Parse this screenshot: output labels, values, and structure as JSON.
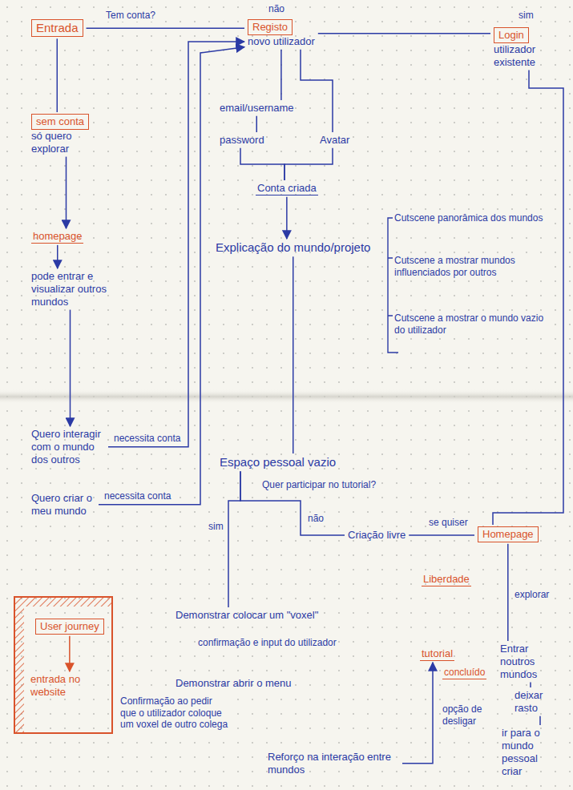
{
  "diagram": {
    "nodes": [
      {
        "text": [
          "Entrada"
        ]
      },
      {
        "text": [
          "Registo",
          "novo utilizador"
        ]
      },
      {
        "text": [
          "Login",
          "utilizador existente"
        ]
      },
      {
        "text": [
          "sem conta",
          "só quero explorar"
        ]
      },
      {
        "text": [
          "homepage"
        ]
      },
      {
        "text": [
          "pode entrar e visualizar outros mundos"
        ]
      },
      {
        "text": [
          "Quero interagir com o mundo dos outros"
        ]
      },
      {
        "text": [
          "Quero criar o meu mundo"
        ]
      },
      {
        "text": [
          "email/username"
        ]
      },
      {
        "text": [
          "password"
        ]
      },
      {
        "text": [
          "Avatar"
        ]
      },
      {
        "text": [
          "Conta criada"
        ]
      },
      {
        "text": [
          "Explicação do mundo/projeto"
        ]
      },
      {
        "text": [
          "Espaço pessoal vazio"
        ]
      },
      {
        "text": [
          "Criação livre"
        ]
      },
      {
        "text": [
          "Homepage"
        ]
      },
      {
        "text": [
          "Liberdade"
        ]
      },
      {
        "text": [
          "tutorial"
        ]
      },
      {
        "text": [
          "Demonstrar colocar um \"voxel\""
        ]
      },
      {
        "text": [
          "Demonstrar abrir o menu"
        ]
      },
      {
        "text": [
          "Reforço na interação entre mundos"
        ]
      },
      {
        "text": [
          "Entrar noutros mundos"
        ]
      },
      {
        "text": [
          "deixar rasto"
        ]
      },
      {
        "text": [
          "ir para o mundo pessoal",
          "criar"
        ]
      },
      {
        "text": [
          "User journey"
        ]
      },
      {
        "text": [
          "entrada no website"
        ]
      }
    ],
    "edges": [
      {
        "from": 0,
        "to": 1,
        "label": "Tem conta?",
        "arrow": "none"
      },
      {
        "from": 1,
        "to": 2,
        "arrow": "none"
      },
      {
        "from": 0,
        "to": 3,
        "arrow": "none"
      },
      {
        "from": 3,
        "to": 4,
        "arrow": "to"
      },
      {
        "from": 4,
        "to": 5,
        "arrow": "to"
      },
      {
        "from": 5,
        "to": 6,
        "arrow": "to"
      },
      {
        "from": 6,
        "to": 1,
        "label": "necessita conta",
        "arrow": "to"
      },
      {
        "from": 7,
        "to": 1,
        "label": "necessita conta",
        "arrow": "to"
      },
      {
        "from": 1,
        "to": 8,
        "arrow": "none"
      },
      {
        "from": 1,
        "to": 10,
        "arrow": "none"
      },
      {
        "from": 8,
        "to": 9,
        "arrow": "none"
      },
      {
        "from": 9,
        "to": 11,
        "arrow": "none"
      },
      {
        "from": 10,
        "to": 11,
        "arrow": "none"
      },
      {
        "from": 11,
        "to": 12,
        "arrow": "to"
      },
      {
        "from": 12,
        "to": 13,
        "arrow": "none"
      },
      {
        "from": 13,
        "to": 18,
        "label": "sim",
        "arrow": "none"
      },
      {
        "from": 13,
        "to": 14,
        "label": "não",
        "arrow": "none"
      },
      {
        "from": 14,
        "to": 15,
        "label": "se quiser",
        "arrow": "none"
      },
      {
        "from": 2,
        "to": 15,
        "arrow": "none"
      },
      {
        "from": 15,
        "to": 21,
        "label": "explorar",
        "arrow": "none"
      },
      {
        "from": 21,
        "to": 22,
        "arrow": "none"
      },
      {
        "from": 22,
        "to": 23,
        "arrow": "none"
      },
      {
        "from": 20,
        "to": 17,
        "label": "opção de desligar",
        "arrow": "to"
      },
      {
        "from": 24,
        "to": 25,
        "arrow": "to"
      }
    ],
    "labels": [
      "não",
      "sim",
      "Cutscene panorâmica dos mundos",
      "Cutscene a mostrar mundos influenciados por outros",
      "Cutscene a mostrar o mundo vazio do utilizador",
      "Quer participar no tutorial?",
      "confirmação e input do utilizador",
      "Confirmação ao pedir que o utilizador coloque um voxel de outro colega",
      "concluído"
    ]
  }
}
